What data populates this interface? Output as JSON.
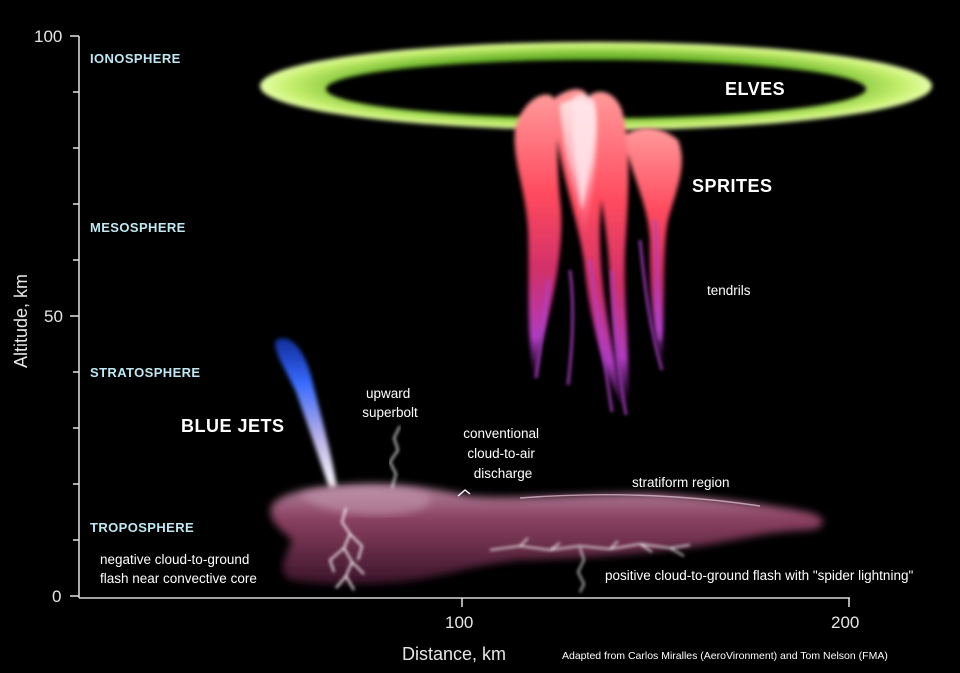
{
  "axes": {
    "y_title": "Altitude, km",
    "x_title": "Distance, km",
    "y_ticks": [
      "100",
      "50",
      "0"
    ],
    "x_ticks": [
      "100",
      "200"
    ]
  },
  "layers": {
    "ionosphere": "IONOSPHERE",
    "mesosphere": "MESOSPHERE",
    "stratosphere": "STRATOSPHERE",
    "troposphere": "TROPOSPHERE"
  },
  "phenomena": {
    "elves": "ELVES",
    "sprites": "SPRITES",
    "tendrils": "tendrils",
    "blue_jets": "BLUE JETS",
    "upward_superbolt": [
      "upward",
      "superbolt"
    ],
    "cloud_to_air": [
      "conventional",
      "cloud-to-air",
      "discharge"
    ],
    "stratiform": "stratiform region",
    "negative_cg": [
      "negative cloud-to-ground",
      "flash near convective core"
    ],
    "positive_cg": "positive cloud-to-ground flash with \"spider lightning\""
  },
  "credit": "Adapted from Carlos Miralles (AeroVironment) and Tom Nelson (FMA)",
  "colors": {
    "elves_ring": "#a6e64a",
    "sprite_red": "#ff5060",
    "sprite_purple": "#c040c0",
    "jet_blue": "#3a6cff",
    "cloud": "#7a3650",
    "lightning": "#ffffff"
  }
}
